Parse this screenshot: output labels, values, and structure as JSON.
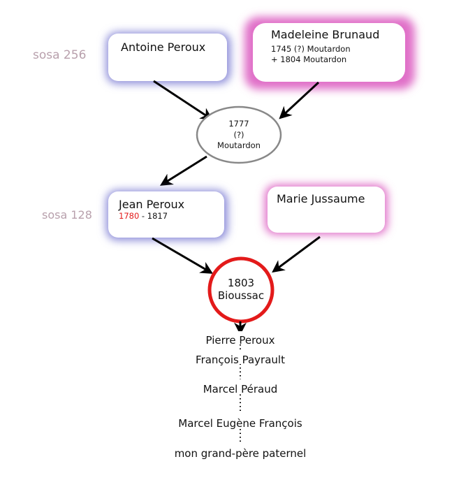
{
  "colors": {
    "father_glow": "#8a8ad8",
    "mother_glow": "#e070c8",
    "highlight": "#e31a1a",
    "sosa": "#b8a0ac"
  },
  "generation_256": {
    "sosa_label": "sosa 256",
    "father": {
      "name": "Antoine Peroux"
    },
    "mother": {
      "name": "Madeleine Brunaud",
      "birth": "1745 (?) Moutardon",
      "death": "+ 1804 Moutardon"
    },
    "marriage": {
      "year": "1777",
      "note": "(?)",
      "place": "Moutardon"
    }
  },
  "generation_128": {
    "sosa_label": "sosa 128",
    "father": {
      "name": "Jean Peroux",
      "birth_year": "1780",
      "separator": " - ",
      "death_year": "1817"
    },
    "mother": {
      "name": "Marie Jussaume"
    },
    "marriage": {
      "year": "1803",
      "place": "Bioussac"
    }
  },
  "descendants": [
    "Pierre Peroux",
    "François Payrault",
    "Marcel Péraud",
    "Marcel Eugène François",
    "mon grand-père paternel"
  ]
}
